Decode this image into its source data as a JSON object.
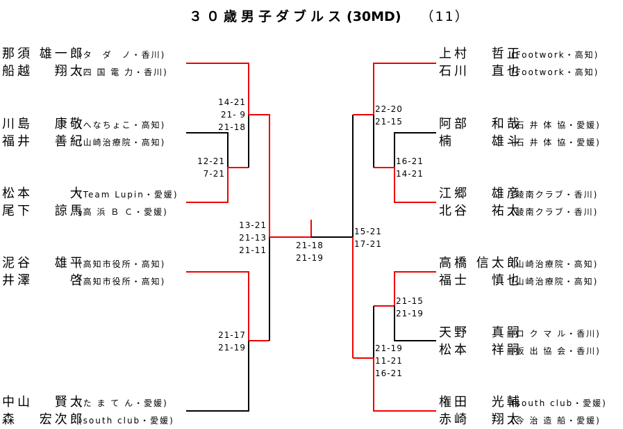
{
  "title": {
    "main": "３０歳男子ダブルス",
    "code": "(30MD)",
    "number": "（11）"
  },
  "colors": {
    "winner_line": "#ee0000",
    "line": "#000000"
  },
  "left_pairs": [
    {
      "players": [
        {
          "name": "那須 雄一郎",
          "club": "(タ　ダ　ノ・香川)"
        },
        {
          "name": "船越 　翔太",
          "club": "(四 国 電 力・香川)"
        }
      ]
    },
    {
      "players": [
        {
          "name": "川島 　康敬",
          "club": "(へなちょこ・高知)"
        },
        {
          "name": "福井 　善紀",
          "club": "(山崎治療院・高知)"
        }
      ]
    },
    {
      "players": [
        {
          "name": "松本 　　大",
          "club": "(Team Lupin・愛媛)"
        },
        {
          "name": "尾下 　諒馬",
          "club": "(高 浜 Ｂ Ｃ・愛媛)"
        }
      ]
    },
    {
      "players": [
        {
          "name": "泥谷 　雄平",
          "club": "(高知市役所・高知)"
        },
        {
          "name": "井澤 　　啓",
          "club": "(高知市役所・高知)"
        }
      ]
    },
    {
      "players": [
        {
          "name": "中山 　賢太",
          "club": "(た ま て ん・愛媛)"
        },
        {
          "name": "森 　宏次郎",
          "club": "(south club・愛媛)"
        }
      ]
    }
  ],
  "right_pairs": [
    {
      "players": [
        {
          "name": "上村 　哲正",
          "club": "(Footwork・高知)"
        },
        {
          "name": "石川 　直也",
          "club": "(Footwork・高知)"
        }
      ]
    },
    {
      "players": [
        {
          "name": "阿部 　和哉",
          "club": "(石 井 体 協・愛媛)"
        },
        {
          "name": "楠 　　雄斗",
          "club": "(石 井 体 協・愛媛)"
        }
      ]
    },
    {
      "players": [
        {
          "name": "江郷 　雄彦",
          "club": "(綾南クラブ・香川)"
        },
        {
          "name": "北谷 　祐太",
          "club": "(綾南クラブ・香川)"
        }
      ]
    },
    {
      "players": [
        {
          "name": "高橋 信太郎",
          "club": "(山崎治療院・高知)"
        },
        {
          "name": "福士 　慎也",
          "club": "(山崎治療院・高知)"
        }
      ]
    },
    {
      "players": [
        {
          "name": "天野 　真嗣",
          "club": "(ロ ク マ ル・香川)"
        },
        {
          "name": "松本 　祥嗣",
          "club": "(坂 出 協 会・香川)"
        }
      ]
    },
    {
      "players": [
        {
          "name": "権田 　光輔",
          "club": "(south club・愛媛)"
        },
        {
          "name": "赤崎 　翔太",
          "club": "(今 治 造 船・愛媛)"
        }
      ]
    }
  ],
  "scores": {
    "left_r1_a": [
      "14-21",
      "21- 9",
      "21-18"
    ],
    "left_r1_b": [
      "12-21",
      "7-21"
    ],
    "left_r2_top": [
      "13-21",
      "21-13",
      "21-11"
    ],
    "left_r1_c": [
      "21-17",
      "21-19"
    ],
    "final": [
      "21-18",
      "21-19"
    ],
    "right_r2": [
      "15-21",
      "17-21"
    ],
    "right_r1_a": [
      "22-20",
      "21-15"
    ],
    "right_r1_b": [
      "16-21",
      "14-21"
    ],
    "right_r1_c": [
      "21-15",
      "21-19"
    ],
    "right_r1_d": [
      "21-19",
      "11-21",
      "16-21"
    ]
  }
}
